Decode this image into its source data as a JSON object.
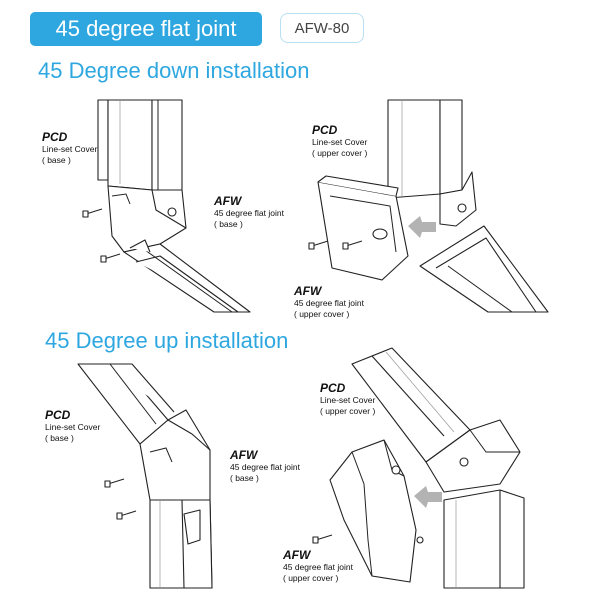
{
  "header": {
    "title": "45 degree flat joint",
    "model": "AFW-80"
  },
  "sections": {
    "down": "45 Degree down installation",
    "up": "45 Degree up installation"
  },
  "labels": {
    "down_base_pcd": {
      "brand": "PCD",
      "line1": "Line-set Cover",
      "line2": "( base )"
    },
    "down_base_afw": {
      "brand": "AFW",
      "line1": "45 degree flat joint",
      "line2": "( base )"
    },
    "down_upper_pcd": {
      "brand": "PCD",
      "line1": "Line-set Cover",
      "line2": "( upper cover )"
    },
    "down_upper_afw": {
      "brand": "AFW",
      "line1": "45 degree flat joint",
      "line2": "( upper cover )"
    },
    "up_base_pcd": {
      "brand": "PCD",
      "line1": "Line-set Cover",
      "line2": "( base )"
    },
    "up_base_afw": {
      "brand": "AFW",
      "line1": "45 degree flat joint",
      "line2": "( base )"
    },
    "up_upper_pcd": {
      "brand": "PCD",
      "line1": "Line-set Cover",
      "line2": "( upper cover )"
    },
    "up_upper_afw": {
      "brand": "AFW",
      "line1": "45 degree flat joint",
      "line2": "( upper cover )"
    }
  },
  "icons": [
    "screw-icon",
    "arrow-icon"
  ]
}
